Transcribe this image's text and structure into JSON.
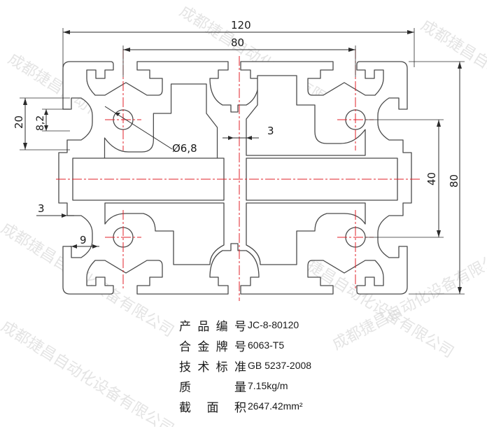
{
  "dimensions": {
    "overall_width": "120",
    "inner_width": "80",
    "overall_height": "80",
    "slot_pitch": "40",
    "slot_height": "20",
    "slot_inner": "8,2",
    "hole_diameter": "Ø6,8",
    "web_thickness": "3",
    "wall_thickness": "3",
    "lip_width": "9"
  },
  "specs": [
    {
      "label": "产品编号",
      "value": "JC-8-80120"
    },
    {
      "label": "合金牌号",
      "value": "6063-T5"
    },
    {
      "label": "技术标准",
      "value": "GB 5237-2008"
    },
    {
      "label": "质 量",
      "value": "7.15kg/m"
    },
    {
      "label": "截 面 积",
      "value": "2647.42mm²"
    }
  ],
  "watermark": "成都捷昌自动化设备有限公司",
  "colors": {
    "outline": "#4a4a4a",
    "centerline": "#e0202a",
    "dimension": "#2b2b2b"
  }
}
